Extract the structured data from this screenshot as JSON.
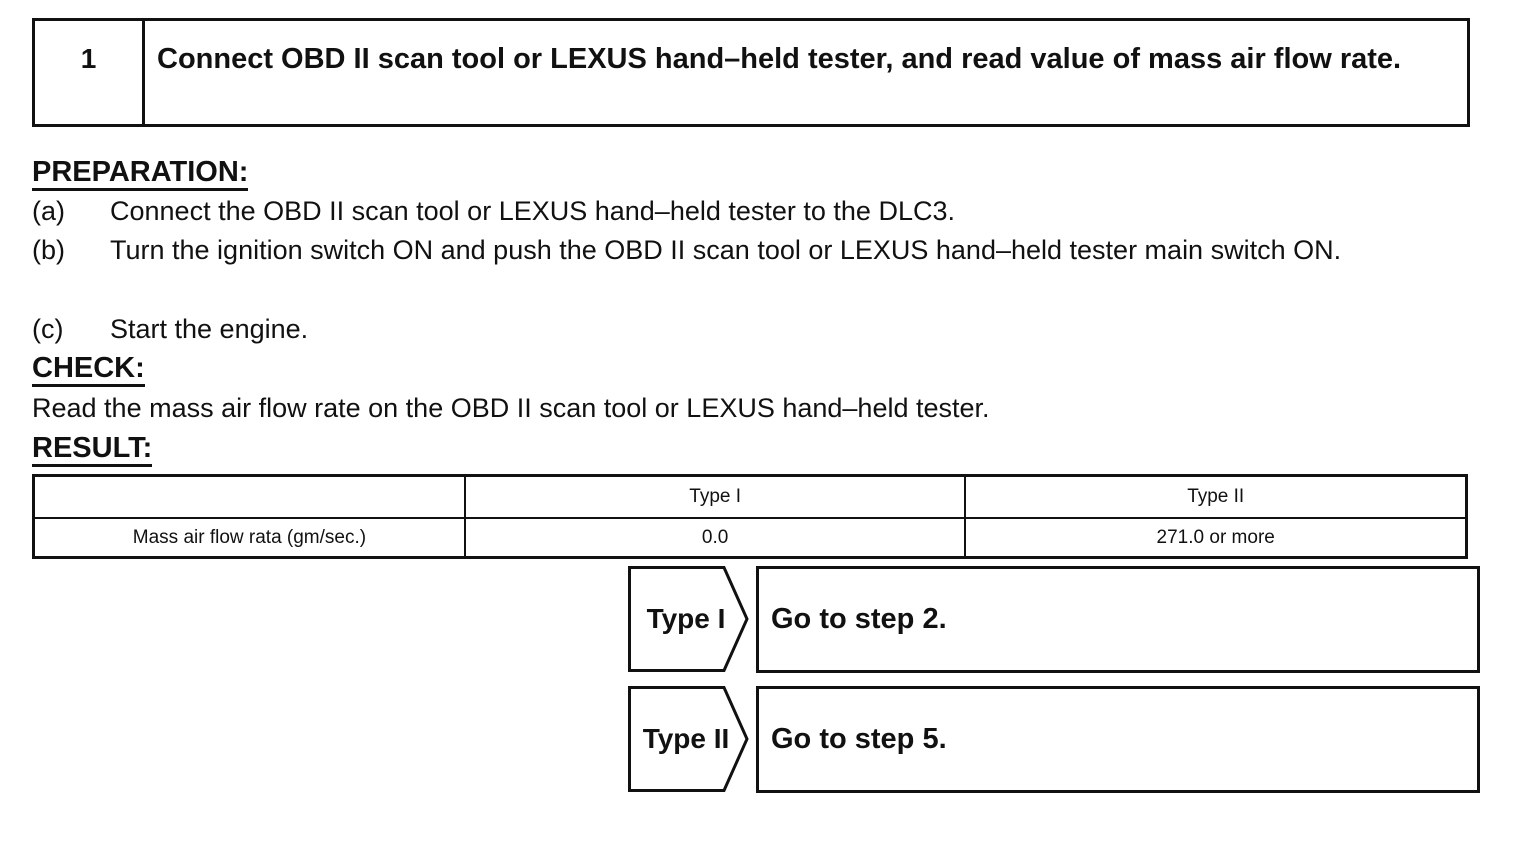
{
  "step": {
    "number": "1",
    "title": "Connect OBD II scan tool or LEXUS hand–held tester, and read value of mass air flow rate."
  },
  "preparation": {
    "heading": "PREPARATION:",
    "items": [
      {
        "marker": "(a)",
        "text": "Connect the OBD II scan tool or LEXUS hand–held tester to the DLC3."
      },
      {
        "marker": "(b)",
        "text": "Turn the ignition switch ON and push the OBD II scan tool or LEXUS hand–held tester main switch ON."
      },
      {
        "marker": "(c)",
        "text": "Start the engine."
      }
    ]
  },
  "check": {
    "heading": "CHECK:",
    "text": "Read the mass air flow rate on the OBD II scan tool or LEXUS hand–held tester."
  },
  "result": {
    "heading": "RESULT:",
    "table": {
      "headers": [
        "",
        "Type I",
        "Type II"
      ],
      "rows": [
        [
          "Mass air flow rata (gm/sec.)",
          "0.0",
          "271.0 or more"
        ]
      ]
    }
  },
  "outcomes": [
    {
      "tag": "Type I",
      "action": "Go to step 2."
    },
    {
      "tag": "Type II",
      "action": "Go to step 5."
    }
  ]
}
